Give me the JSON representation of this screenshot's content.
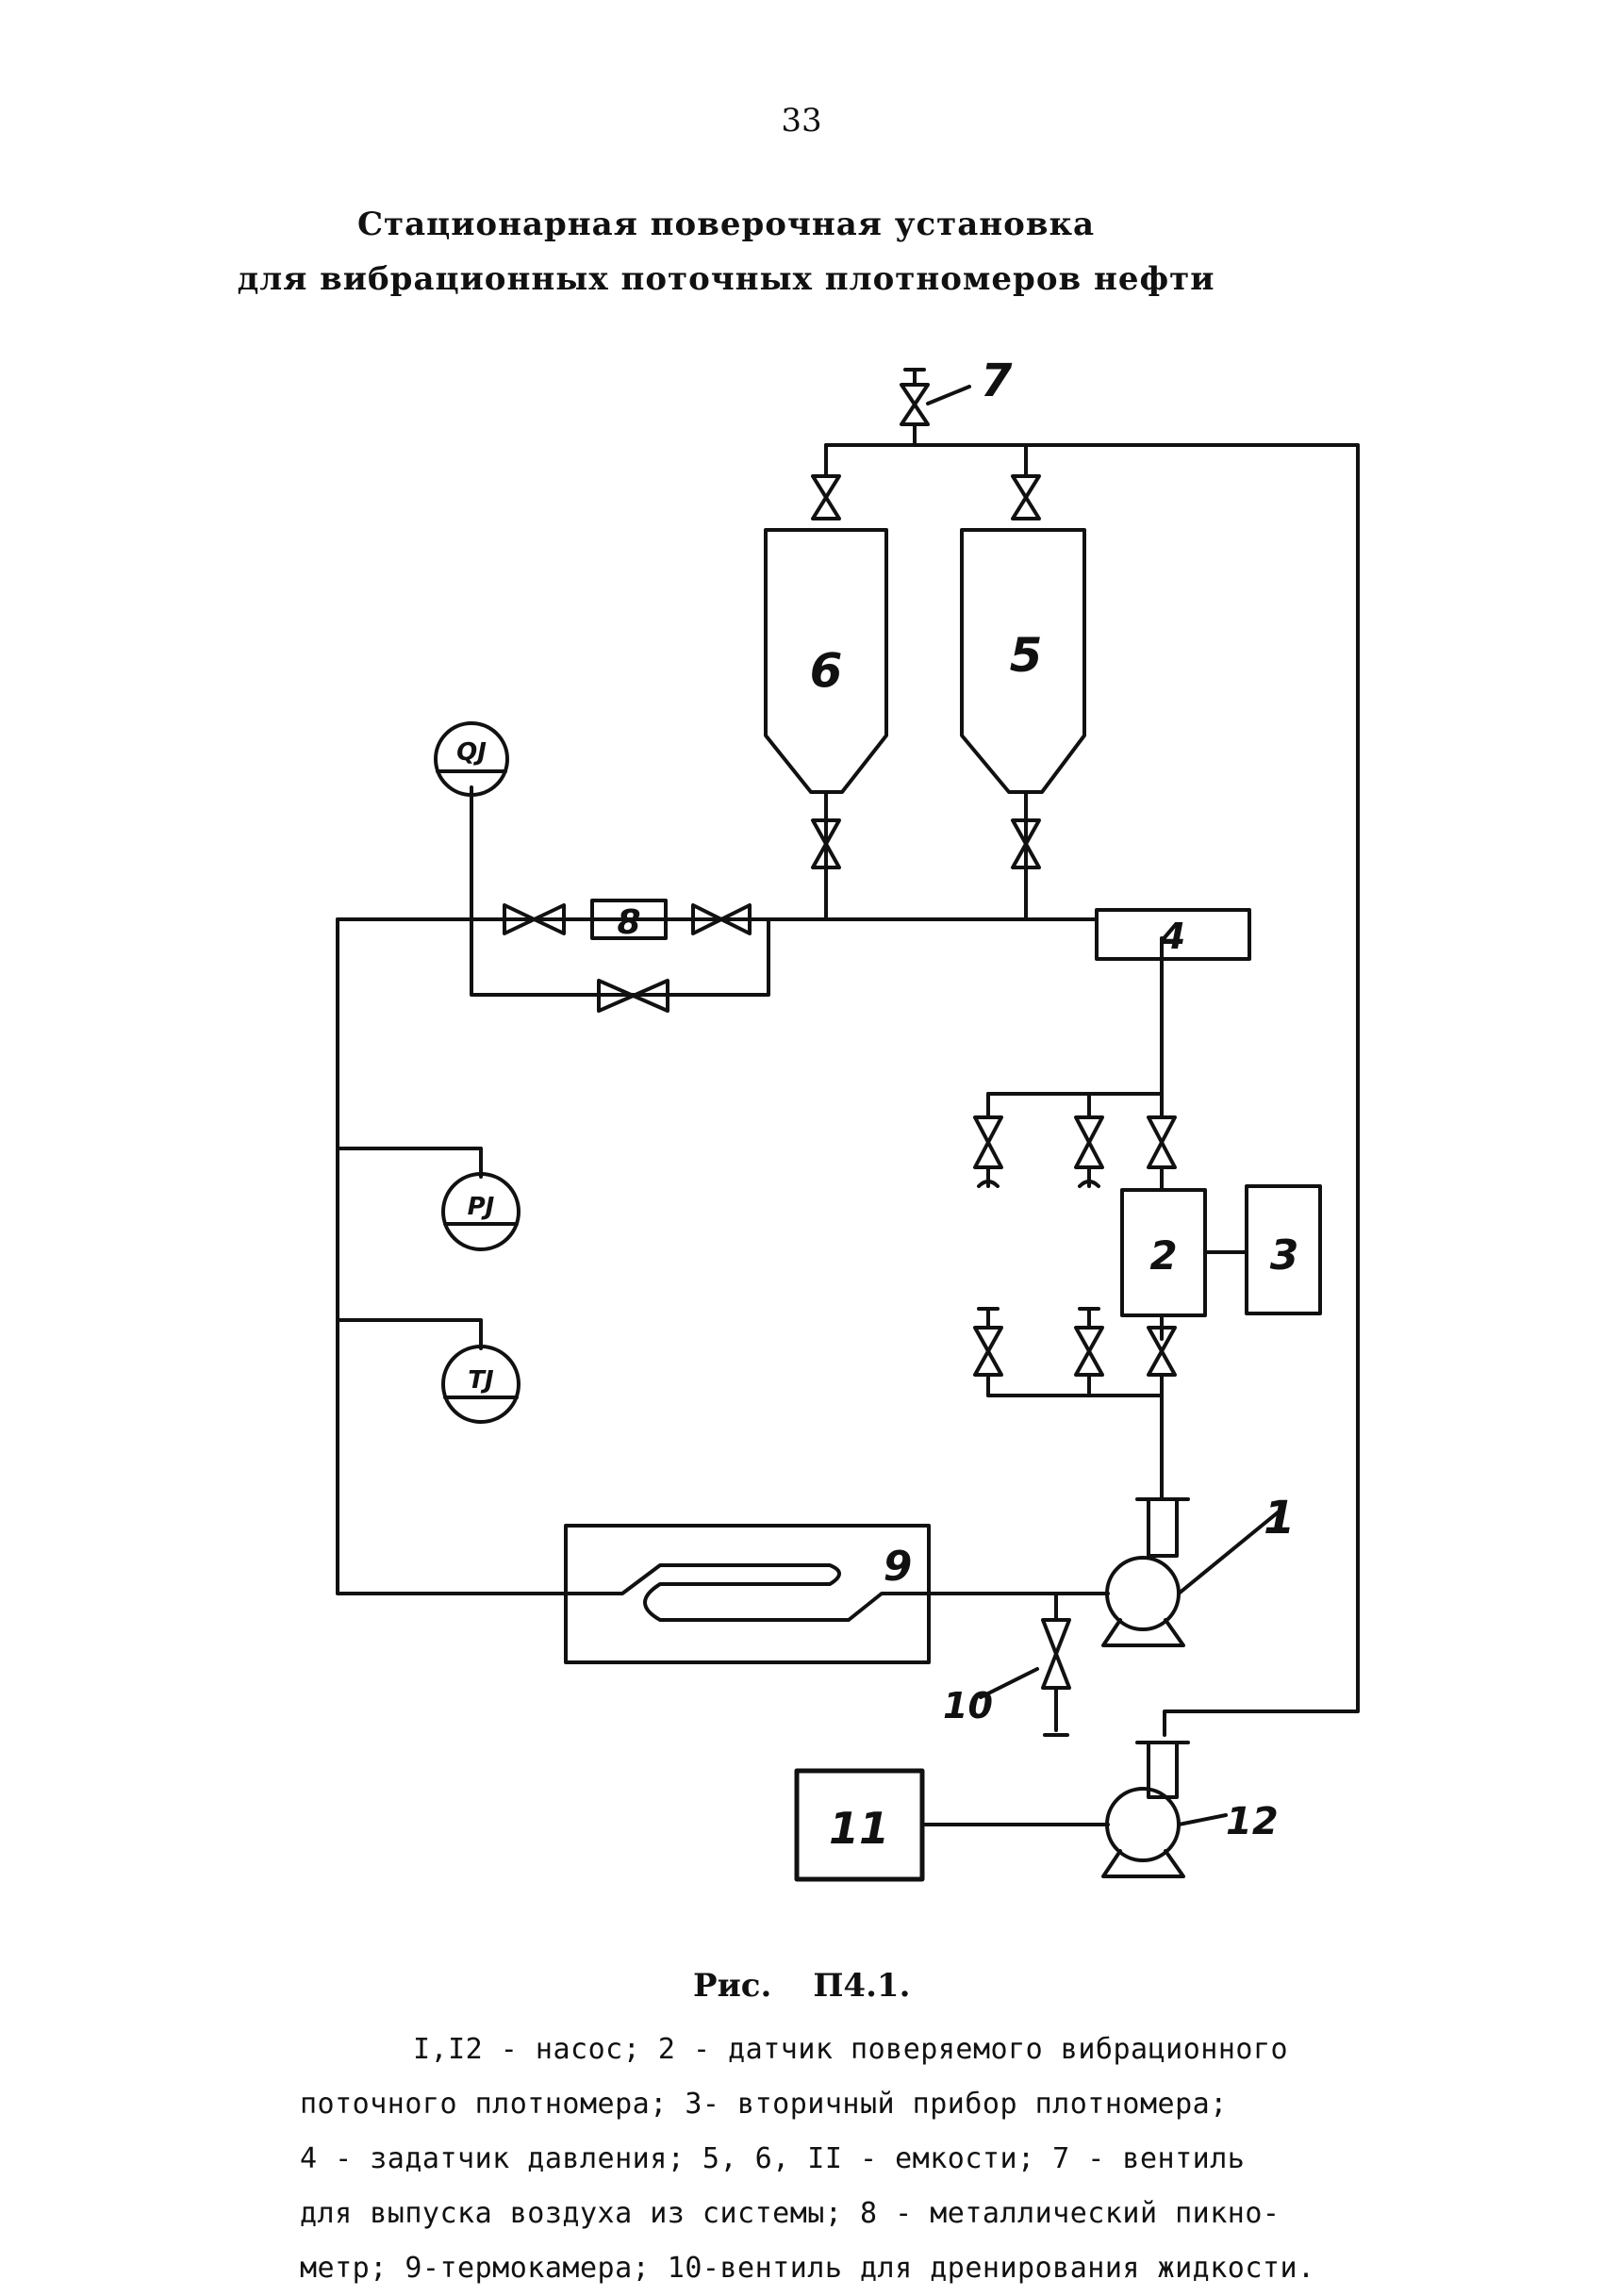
{
  "page_number": "33",
  "title": {
    "line1": "Стационарная поверочная установка",
    "line2": "для вибрационных поточных плотномеров нефти"
  },
  "diagram": {
    "labels": {
      "l1": "1",
      "l2": "2",
      "l3": "3",
      "l4": "4",
      "l5": "5",
      "l6": "6",
      "l7": "7",
      "l8": "8",
      "l9": "9",
      "l10": "10",
      "l11": "11",
      "l12": "12"
    },
    "gauges": {
      "qi": "QJ",
      "pi": "PJ",
      "ti": "TJ"
    }
  },
  "caption": {
    "prefix": "Рис.",
    "number": "П4.1."
  },
  "legend": {
    "line1": "I,I2 - насос; 2 - датчик поверяемого вибрационного",
    "line2": "поточного плотномера; 3- вторичный прибор плотномера;",
    "line3": "4 - задатчик давления; 5, 6, II - емкости; 7 - вентиль",
    "line4": "для выпуска воздуха из системы; 8 - металлический пикно-",
    "line5": "метр; 9-термокамера; 10-вентиль для дренирования жидкости."
  }
}
